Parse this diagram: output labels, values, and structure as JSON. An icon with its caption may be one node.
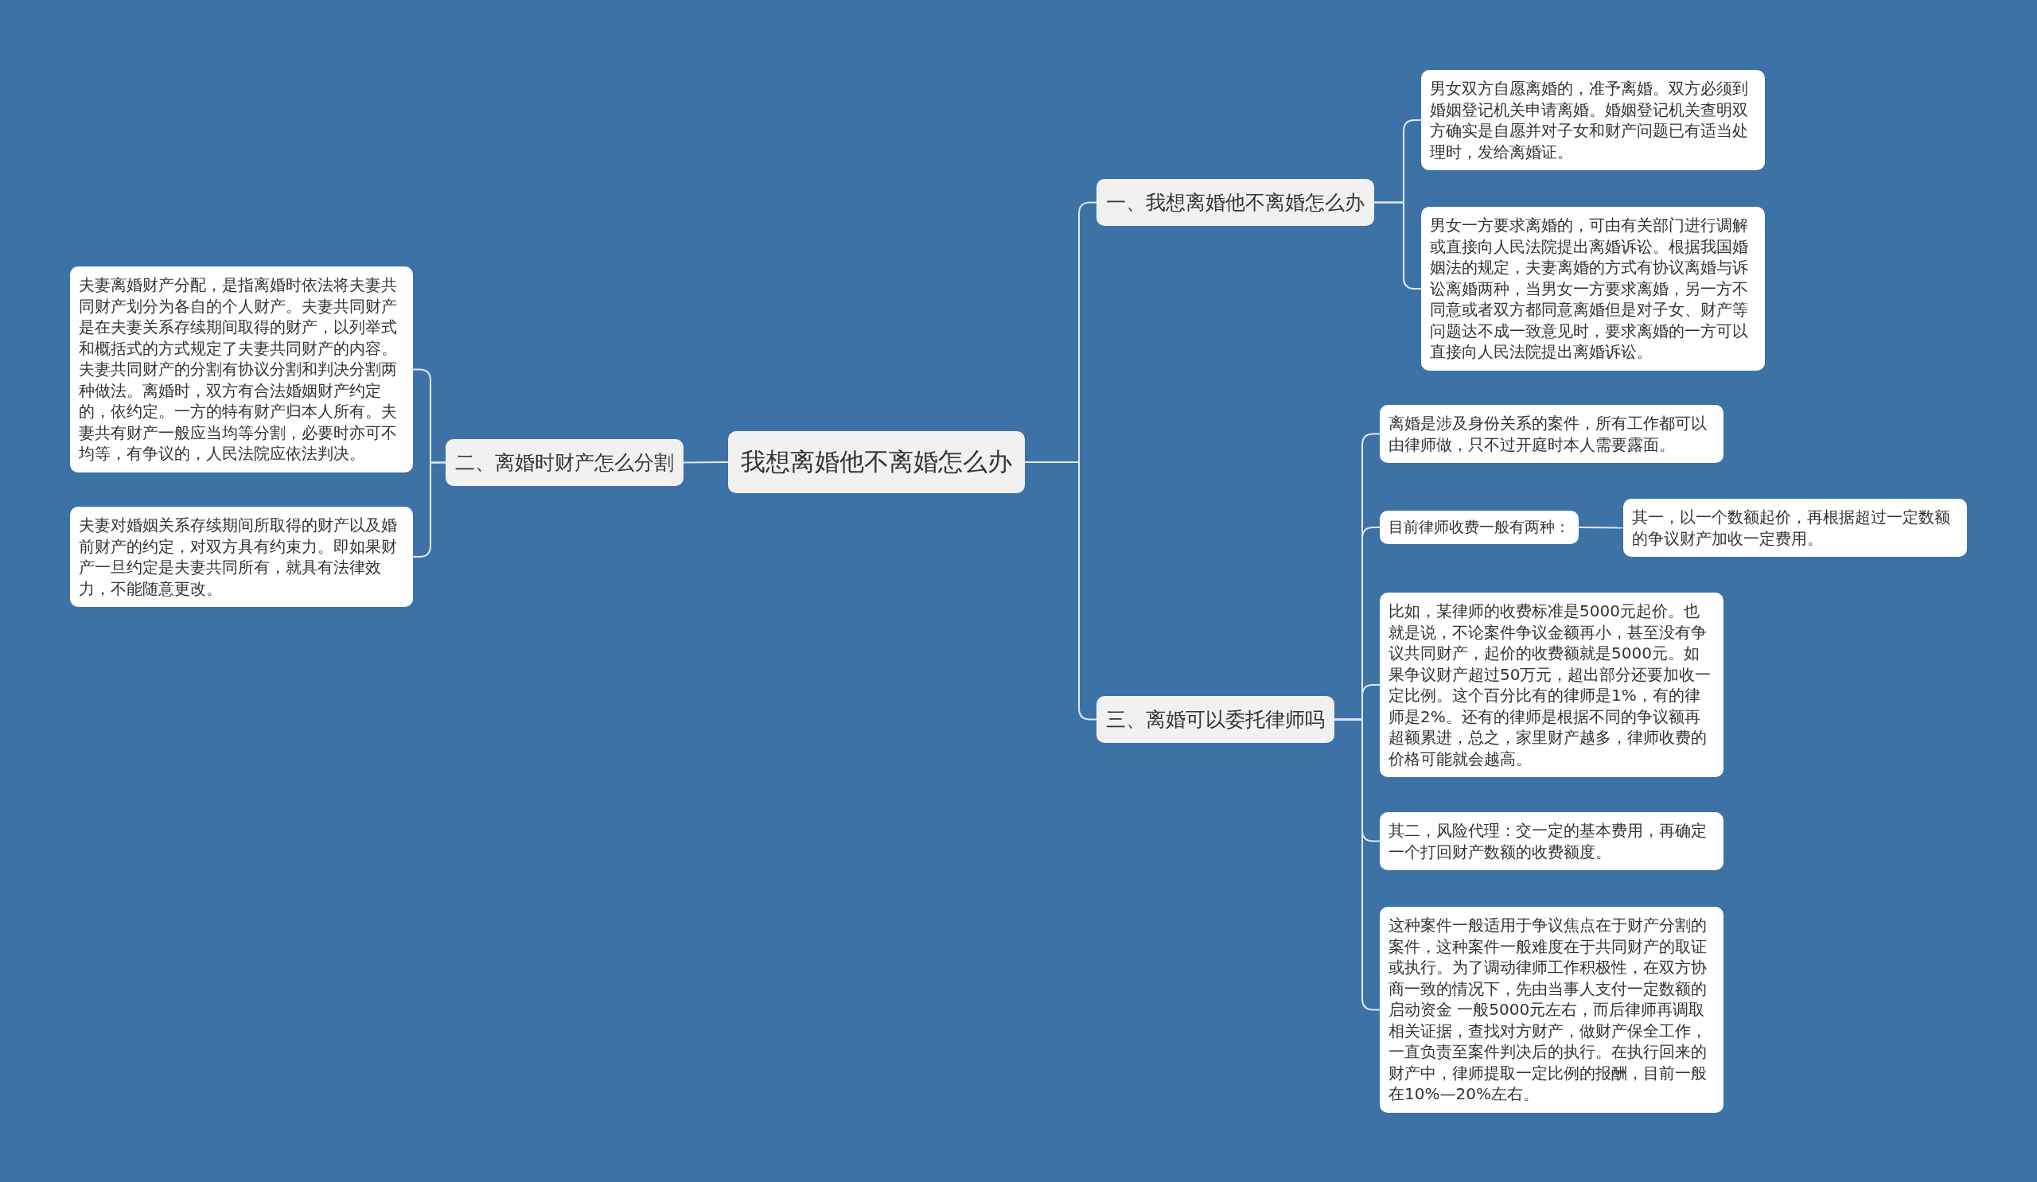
{
  "diagram": {
    "nodes": [
      {
        "text": [
          "我想离婚他不离婚怎么办"
        ]
      },
      {
        "text": [
          "一、我想离婚他不离婚怎么办"
        ]
      },
      {
        "text": [
          "男女双方自愿离婚的，准予离婚。双方必须到婚姻登记机关申请离婚。婚姻登记机关查明双方确实是自愿并对子女和财产问题已有适当处理时，发给离婚证。"
        ]
      },
      {
        "text": [
          "男女一方要求离婚的，可由有关部门进行调解或直接向人民法院提出离婚诉讼。根据我国婚姻法的规定，夫妻离婚的方式有协议离婚与诉讼离婚两种，当男女一方要求离婚，另一方不同意或者双方都同意离婚但是对子女、财产等问题达不成一致意见时，要求离婚的一方可以直接向人民法院提出离婚诉讼。"
        ]
      },
      {
        "text": [
          "二、离婚时财产怎么分割"
        ]
      },
      {
        "text": [
          "夫妻离婚财产分配，是指离婚时依法将夫妻共同财产划分为各自的个人财产。夫妻共同财产是在夫妻关系存续期间取得的财产，以列举式和概括式的方式规定了夫妻共同财产的内容。夫妻共同财产的分割有协议分割和判决分割两种做法。离婚时，双方有合法婚姻财产约定的，依约定。一方的特有财产归本人所有。夫妻共有财产一般应当均等分割，必要时亦可不均等，有争议的，人民法院应依法判决。"
        ]
      },
      {
        "text": [
          "夫妻对婚姻关系存续期间所取得的财产以及婚前财产的约定，对双方具有约束力。即如果财产一旦约定是夫妻共同所有，就具有法律效力，不能随意更改。"
        ]
      },
      {
        "text": [
          "三、离婚可以委托律师吗"
        ]
      },
      {
        "text": [
          "离婚是涉及身份关系的案件，所有工作都可以由律师做，只不过开庭时本人需要露面。"
        ]
      },
      {
        "text": [
          "目前律师收费一般有两种："
        ]
      },
      {
        "text": [
          "其一，以一个数额起价，再根据超过一定数额的争议财产加收一定费用。"
        ]
      },
      {
        "text": [
          "比如，某律师的收费标准是5000元起价。也就是说，不论案件争议金额再小，甚至没有争议共同财产，起价的收费额就是5000元。如果争议财产超过50万元，超出部分还要加收一定比例。这个百分比有的律师是1%，有的律师是2%。还有的律师是根据不同的争议额再超额累进，总之，家里财产越多，律师收费的价格可能就会越高。"
        ]
      },
      {
        "text": [
          "其二，风险代理：交一定的基本费用，再确定一个打回财产数额的收费额度。"
        ]
      },
      {
        "text": [
          "这种案件一般适用于争议焦点在于财产分割的案件，这种案件一般难度在于共同财产的取证或执行。为了调动律师工作积极性，在双方协商一致的情况下，先由当事人支付一定数额的启动资金 一般5000元左右，而后律师再调取相关证据，查找对方财产，做财产保全工作，一直负责至案件判决后的执行。在执行回来的财产中，律师提取一定比例的报酬，目前一般在10%—20%左右。"
        ]
      }
    ],
    "edges": [
      {
        "from": 0,
        "to": 1,
        "arrow": "none"
      },
      {
        "from": 1,
        "to": 2,
        "arrow": "none"
      },
      {
        "from": 1,
        "to": 3,
        "arrow": "none"
      },
      {
        "from": 0,
        "to": 4,
        "arrow": "none"
      },
      {
        "from": 4,
        "to": 5,
        "arrow": "none"
      },
      {
        "from": 4,
        "to": 6,
        "arrow": "none"
      },
      {
        "from": 0,
        "to": 7,
        "arrow": "none"
      },
      {
        "from": 7,
        "to": 8,
        "arrow": "none"
      },
      {
        "from": 7,
        "to": 9,
        "arrow": "none"
      },
      {
        "from": 9,
        "to": 10,
        "arrow": "none"
      },
      {
        "from": 7,
        "to": 11,
        "arrow": "none"
      },
      {
        "from": 7,
        "to": 12,
        "arrow": "none"
      },
      {
        "from": 7,
        "to": 13,
        "arrow": "none"
      }
    ]
  }
}
